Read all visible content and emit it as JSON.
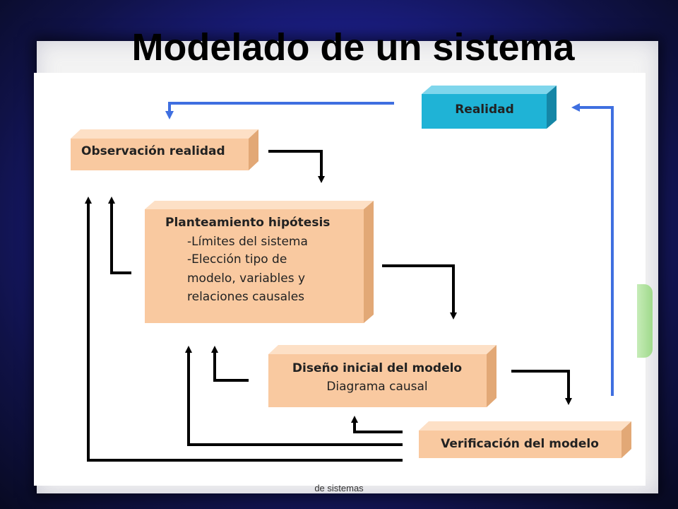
{
  "slide": {
    "title": "Modelado de un sistema",
    "footer": "de sistemas"
  },
  "nodes": {
    "realidad": {
      "label": "Realidad"
    },
    "observacion": {
      "label": "Observación realidad"
    },
    "hipotesis": {
      "label": "Planteamiento hipótesis",
      "lines": [
        "-Límites del sistema",
        "-Elección tipo de",
        "modelo, variables y",
        "relaciones causales"
      ]
    },
    "diseno": {
      "label": "Diseño inicial del modelo",
      "lines": [
        "Diagrama causal"
      ]
    },
    "verificacion": {
      "label": "Verificación del modelo"
    }
  },
  "colors": {
    "box_face": "#f9c9a0",
    "box_edge": "#e2a876",
    "realidad_face": "#1fb3d6",
    "arrow_black": "#000000",
    "arrow_blue": "#3f6fe0"
  }
}
